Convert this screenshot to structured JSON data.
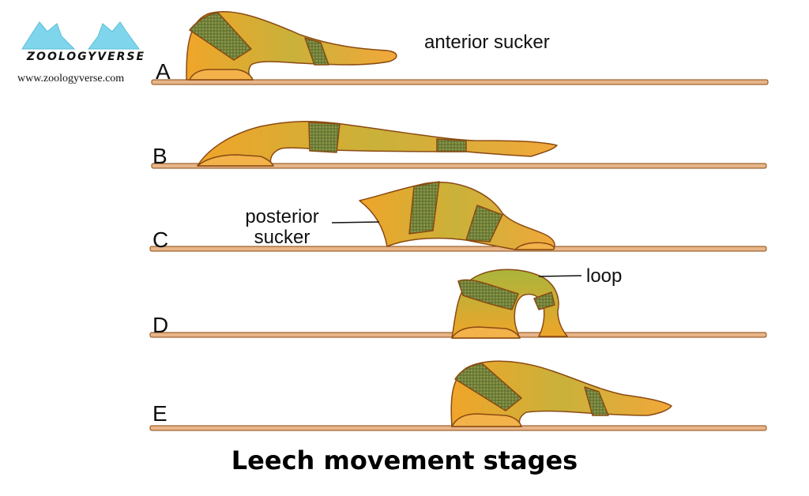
{
  "logo": {
    "wordmark": "ZOOLOGYVERSE",
    "url": "www.zoologyverse.com",
    "icon": "twin-fox-heads-icon",
    "color": "#7fd6ec"
  },
  "stages": [
    {
      "letter": "A"
    },
    {
      "letter": "B"
    },
    {
      "letter": "C"
    },
    {
      "letter": "D"
    },
    {
      "letter": "E"
    }
  ],
  "callouts": {
    "anterior": "anterior sucker",
    "posterior_line1": "posterior",
    "posterior_line2": "sucker",
    "loop": "loop"
  },
  "title": "Leech movement stages",
  "colors": {
    "body_orange": "#f0a52a",
    "body_green": "#a9b53c",
    "band_green": "#6f7f3a",
    "ground": "#e7b588",
    "outline": "#8a4a12"
  }
}
